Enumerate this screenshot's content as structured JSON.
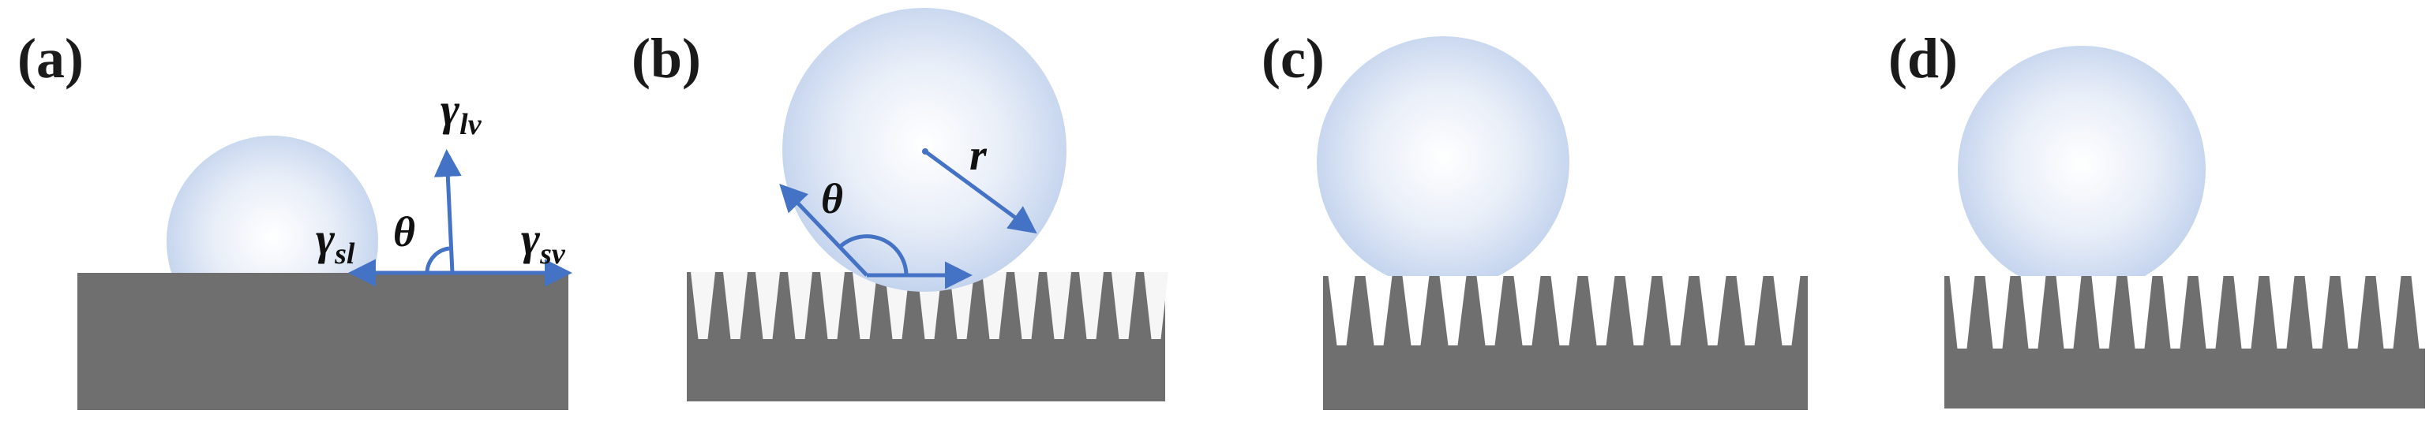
{
  "panels": [
    {
      "label": "(a)"
    },
    {
      "label": "(b)"
    },
    {
      "label": "(c)"
    },
    {
      "label": "(d)"
    }
  ],
  "symbols": {
    "gamma": "γ",
    "lv": "lv",
    "sl": "sl",
    "sv": "sv",
    "theta": "θ",
    "radius": "r"
  },
  "colors": {
    "substrate": "#6f6f6f",
    "droplet_center": "#ffffff",
    "droplet_edge": "#c9d8ef",
    "arrow": "#4472c4",
    "pore_top": "#f2f2f2"
  }
}
